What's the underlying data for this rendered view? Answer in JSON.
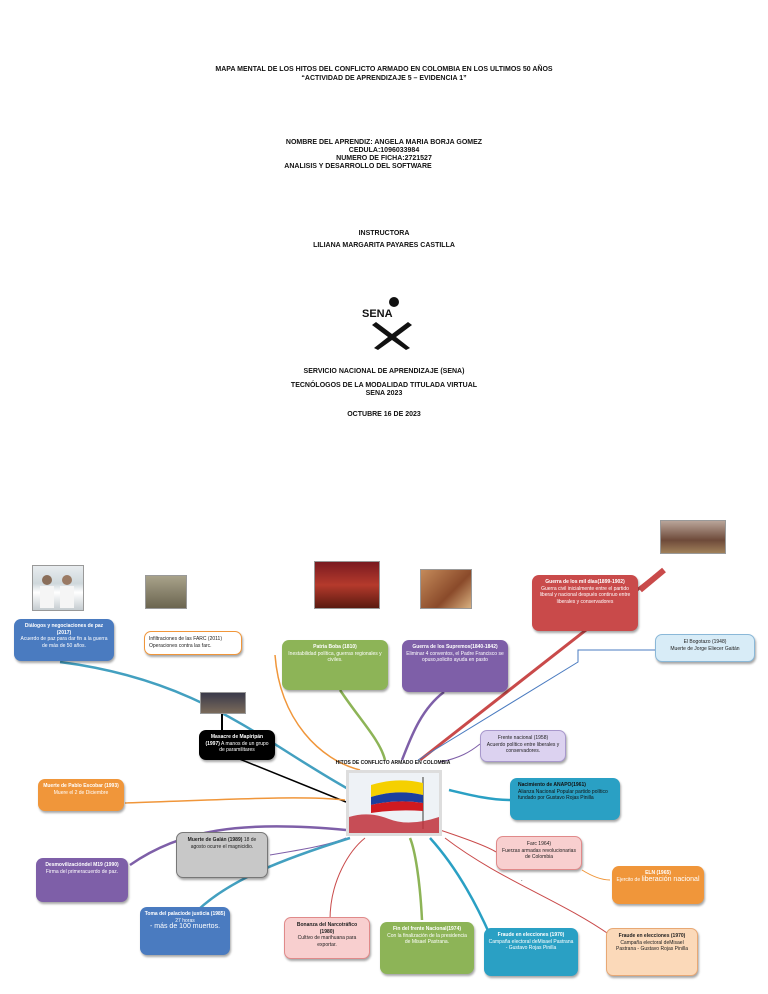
{
  "header": {
    "title1": "MAPA MENTAL DE LOS HITOS DEL CONFLICTO ARMADO EN COLOMBIA EN LOS ULTIMOS 50 AÑOS",
    "title2": "“ACTIVIDAD DE APRENDIZAJE 5 – EVIDENCIA 1”",
    "name": "NOMBRE DEL APRENDIZ: ANGELA MARIA BORJA GOMEZ",
    "cedula": "CEDULA:1096033984",
    "ficha": "NUMERO DE FICHA:2721527",
    "program": "ANALISIS Y DESARROLLO DEL SOFTWARE",
    "instr_label": "INSTRUCTORA",
    "instr_name": "LILIANA MARGARITA PAYARES CASTILLA",
    "logo_text": "SENA",
    "inst1": "SERVICIO NACIONAL DE APRENDIZAJE (SENA)",
    "inst2": "TECNÓLOGOS DE LA MODALIDAD TITULADA VIRTUAL",
    "inst3": "SENA 2023",
    "date": "OCTUBRE  16 DE 2023"
  },
  "map": {
    "center": "HITOS DE CONFLICTO ARMADO EN COLOMBIA",
    "nodes": {
      "guerra_mil_t": "Guerra de los mil días(1899-1902)",
      "guerra_mil_d": "Guerra civil inicialmente entre el partido liberal y nacional después continuo entre liberales y conservadores",
      "bogotazo_t": "El Bogotazo (1948)",
      "bogotazo_d": "Muerte de Jorge Eliecer Gaitán",
      "dialogos_t": "Diálogos y negociaciones de paz (2017)",
      "dialogos_d": "Acuerdo de paz para dar fin a la guerra de más de 50 años.",
      "infiltr": "Infiltraciones de las FARC (2011) Operaciones contra las farc.",
      "patria_t": "Patria Boba (1810)",
      "patria_d": "Inestabilidad política, guerras regionales y civiles.",
      "supremos_t": "Guerra de los Supremos(1840-1842)",
      "supremos_d": "Eliminar 4 conventos, el Padre Francisco se opuso,solicito ayuda en pasto",
      "mapiripan_t": "Masacre de Mapiripán (1997)",
      "mapiripan_d": "A manos de un grupo de paramilitares",
      "frente_t": "Frente nacional (1958)",
      "frente_d": "Acuerdo político entre liberales y conservadores.",
      "pablo_t": "Muerte de Pablo Escobar (1993)",
      "pablo_d": "Muere el 2 de Diciembre",
      "anapo_t": "Nacimiento de ANAPO(1961)",
      "anapo_d": "Alianza Nacional Popular partido político fundado por Gustavo Rojas Pinilla",
      "galan_t": "Muerte de Galán (1989)",
      "galan_d": "18 de agosto ocurre el magnicidio.",
      "farc_t": "Farc 1964)",
      "farc_d": "Fuerzas armadas revolucionarias de Colombia",
      "m19_t": "Desmovilizacióndel M19 (1990)",
      "m19_d": "Firma del primeracuerdo de paz.",
      "eln_t": "ELN (1965)",
      "eln_d1": "Ejercito de",
      "eln_d2": "liberación nacional",
      "palacio_t": "Toma del palaciode justicia (1985)",
      "palacio_d1": "27 horas",
      "palacio_d2": "- más de 100 muertos.",
      "bonanza_t": "Bonanza del Narcotráfico (1980)",
      "bonanza_d": "Cultivo de marihuana para exportar.",
      "fin_frente_t": "Fin del frente Nacional(1974)",
      "fin_frente_d": "Con la finalización de la presidencia de Misael Pastrana.",
      "fraude1_t": "Fraude en elecciones (1970)",
      "fraude1_d": "Campaña electoral deMisael Pastrana - Gustavo Rojas Pinilla",
      "fraude2_t": "Fraude en elecciones (1970)",
      "fraude2_d": "Campaña electoral deMisael Pastrana - Gustavo Rojas Pinilla",
      "dot": "."
    }
  },
  "colors": {
    "red": "#c94a4a",
    "blue": "#4a7bc0",
    "green": "#8db457",
    "purple": "#7e5fa8",
    "orange": "#f0963a",
    "teal": "#2aa0c4",
    "grey": "#c8c8c8",
    "pink": "#f8cfcf",
    "lavender": "#dcd2f0",
    "lightblue": "#d8ecf7",
    "peach": "#fbd9b9",
    "black": "#000000"
  }
}
